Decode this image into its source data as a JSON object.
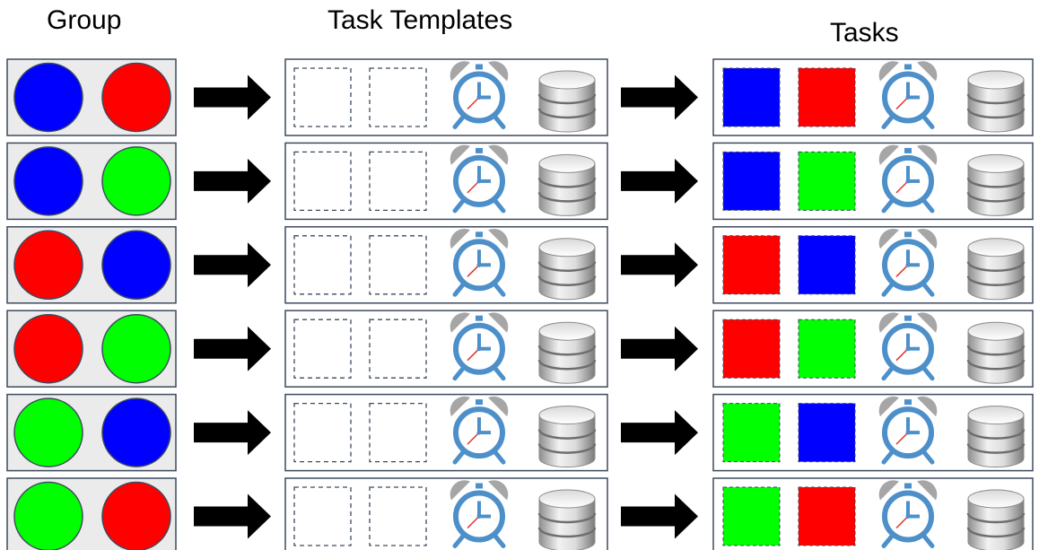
{
  "headings": {
    "group": "Group",
    "templates": "Task Templates",
    "tasks": "Tasks"
  },
  "colors": {
    "blue": "#0000ff",
    "red": "#ff0000",
    "green": "#00ff00",
    "box_fill": "#ebebeb",
    "box_border": "#3d4a5e",
    "clock_blue": "#4d8fc9",
    "clock_bell": "#a6a6a6",
    "arrow": "#000000"
  },
  "icons": {
    "arrow": "right-arrow-icon",
    "clock": "alarm-clock-icon",
    "database": "database-icon"
  },
  "rows": [
    {
      "group": [
        "blue",
        "red"
      ]
    },
    {
      "group": [
        "blue",
        "green"
      ]
    },
    {
      "group": [
        "red",
        "blue"
      ]
    },
    {
      "group": [
        "red",
        "green"
      ]
    },
    {
      "group": [
        "green",
        "blue"
      ]
    },
    {
      "group": [
        "green",
        "red"
      ]
    }
  ]
}
